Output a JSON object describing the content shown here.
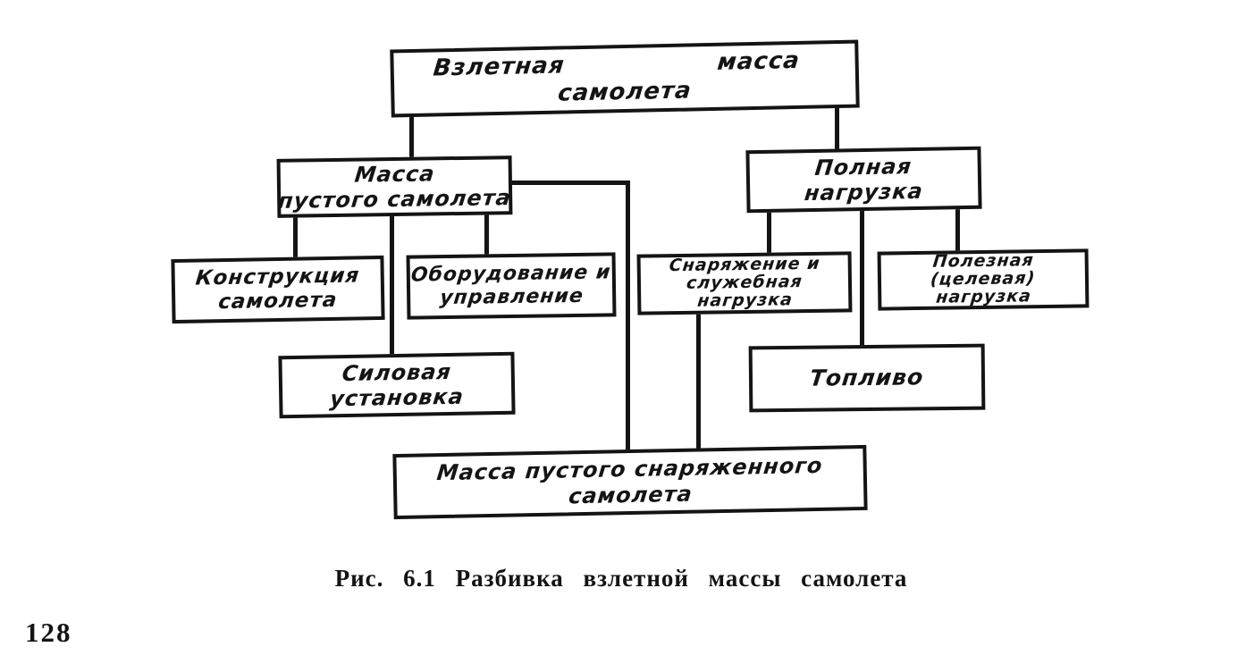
{
  "figure": {
    "caption": "Рис. 6.1 Разбивка взлетной массы самолета",
    "page_number": "128",
    "ink_color": "#141414",
    "paper_color": "#ffffff",
    "nodes": {
      "takeoff_mass": {
        "label": "Взлетная масса самолета",
        "lines": [
          "Взлетная",
          "масса",
          "самолета"
        ]
      },
      "empty_mass": {
        "label": "Масса пустого самолета",
        "lines": [
          "Масса",
          "пустого самолета"
        ]
      },
      "full_load": {
        "label": "Полная нагрузка",
        "lines": [
          "Полная",
          "нагрузка"
        ]
      },
      "airframe": {
        "label": "Конструкция самолета",
        "lines": [
          "Конструкция",
          "самолета"
        ]
      },
      "equipment": {
        "label": "Оборудование и управление",
        "lines": [
          "Оборудование и",
          "управление"
        ]
      },
      "service_load": {
        "label": "Снаряжение и служебная нагрузка",
        "lines": [
          "Снаряжение и",
          "служебная",
          "нагрузка"
        ]
      },
      "payload": {
        "label": "Полезная (целевая) нагрузка",
        "lines": [
          "Полезная",
          "(целевая)",
          "нагрузка"
        ]
      },
      "powerplant": {
        "label": "Силовая установка",
        "lines": [
          "Силовая",
          "установка"
        ]
      },
      "fuel": {
        "label": "Топливо",
        "lines": [
          "Топливо"
        ]
      },
      "empty_equipped_mass": {
        "label": "Масса пустого снаряженного самолета",
        "lines": [
          "Масса пустого снаряженного",
          "самолета"
        ]
      }
    },
    "edges": [
      {
        "from": "takeoff_mass",
        "to": "empty_mass"
      },
      {
        "from": "takeoff_mass",
        "to": "full_load"
      },
      {
        "from": "empty_mass",
        "to": "airframe"
      },
      {
        "from": "empty_mass",
        "to": "powerplant"
      },
      {
        "from": "empty_mass",
        "to": "equipment"
      },
      {
        "from": "empty_mass",
        "to": "empty_equipped_mass"
      },
      {
        "from": "full_load",
        "to": "service_load"
      },
      {
        "from": "full_load",
        "to": "fuel"
      },
      {
        "from": "full_load",
        "to": "payload"
      },
      {
        "from": "service_load",
        "to": "empty_equipped_mass"
      }
    ]
  }
}
